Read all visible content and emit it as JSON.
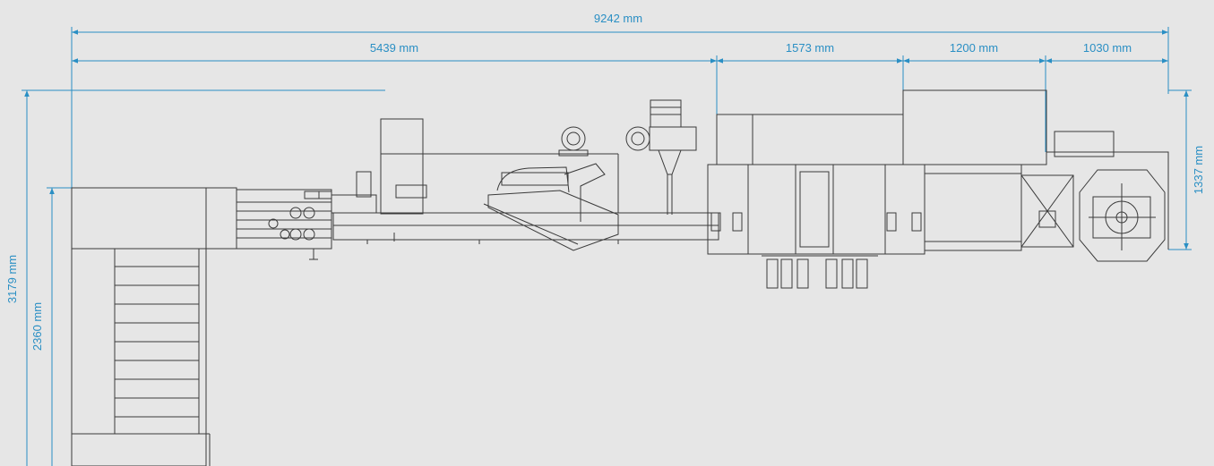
{
  "dimensions": {
    "overall_length": "9242 mm",
    "section_1": "5439 mm",
    "section_2": "1573 mm",
    "section_3": "1200 mm",
    "section_4": "1030 mm",
    "overall_height": "3179 mm",
    "infeed_height": "2360 mm",
    "right_height": "1337 mm"
  },
  "colors": {
    "background": "#e6e6e6",
    "dimension": "#2a8fc4",
    "drawing": "#3a3a3a"
  }
}
